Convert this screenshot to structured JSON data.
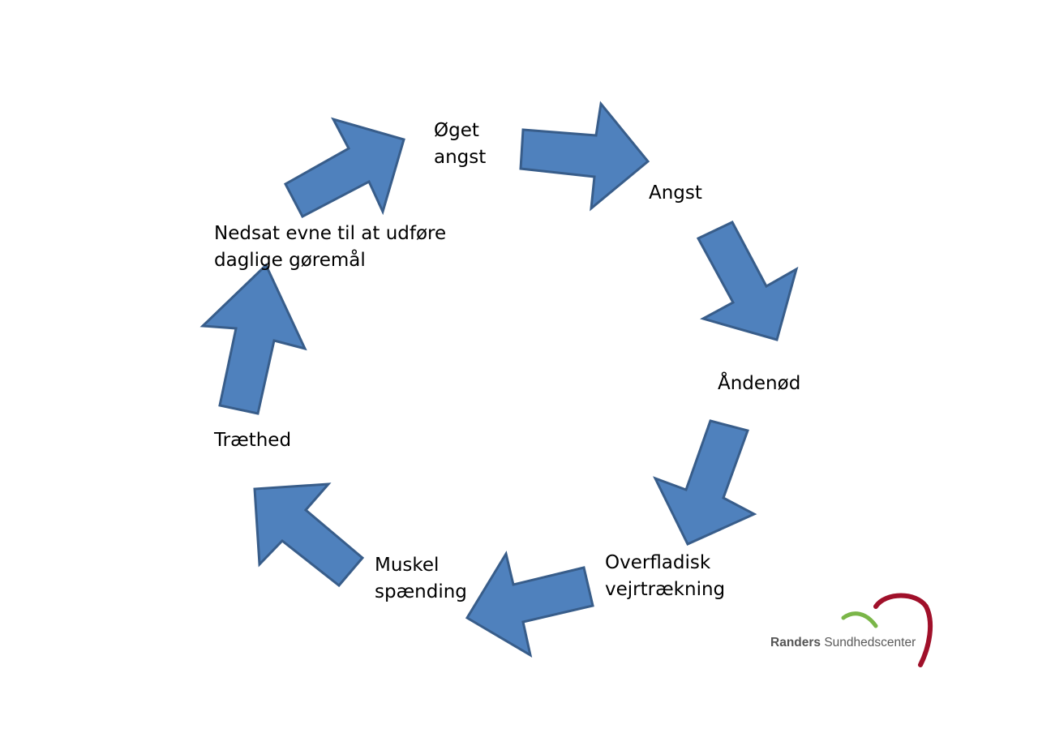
{
  "diagram": {
    "nodes": [
      {
        "id": "oget-angst",
        "lines": [
          "Øget",
          "angst"
        ]
      },
      {
        "id": "angst",
        "lines": [
          "Angst"
        ]
      },
      {
        "id": "andenod",
        "lines": [
          "Åndenød"
        ]
      },
      {
        "id": "overfladisk",
        "lines": [
          "Overfladisk",
          "vejrtrækning"
        ]
      },
      {
        "id": "muskel",
        "lines": [
          "Muskel",
          "spænding"
        ]
      },
      {
        "id": "traethed",
        "lines": [
          "Træthed"
        ]
      },
      {
        "id": "nedsat",
        "lines": [
          "Nedsat evne til at udføre",
          "daglige gøremål"
        ]
      }
    ],
    "edges": [
      {
        "from": "oget-angst",
        "to": "angst"
      },
      {
        "from": "angst",
        "to": "andenod"
      },
      {
        "from": "andenod",
        "to": "overfladisk"
      },
      {
        "from": "overfladisk",
        "to": "muskel"
      },
      {
        "from": "muskel",
        "to": "traethed"
      },
      {
        "from": "traethed",
        "to": "nedsat"
      },
      {
        "from": "nedsat",
        "to": "oget-angst"
      }
    ],
    "arrow_color": "#4f81bd",
    "arrow_border_color": "#385d8a"
  },
  "logo": {
    "name_bold": "Randers",
    "name_rest": "Sundhedscenter",
    "accent_red": "#a0102a",
    "accent_green": "#7ab648"
  }
}
